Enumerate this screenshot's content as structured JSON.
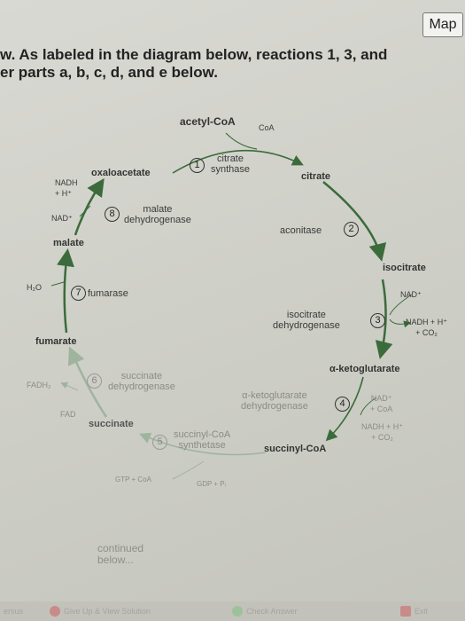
{
  "header": {
    "map_label": "Map"
  },
  "instructions": {
    "line1": "w. As labeled in the diagram below, reactions 1, 3, and",
    "line2": "er parts a, b, c, d, and e below."
  },
  "diagram": {
    "acetyl_coa": "acetyl-CoA",
    "coa": "CoA",
    "oxaloacetate": "oxaloacetate",
    "citrate": "citrate",
    "citrate_synthase": "citrate\nsynthase",
    "nadh_h": "NADH\n+ H⁺",
    "nad": "NAD⁺",
    "malate_dehydrogenase": "malate\ndehydrogenase",
    "malate": "malate",
    "aconitase": "aconitase",
    "isocitrate": "isocitrate",
    "h2o": "H₂O",
    "fumarase": "fumarase",
    "nad_iso": "NAD⁺",
    "isocitrate_dehydrogenase": "isocitrate\ndehydrogenase",
    "nadh_co2": "NADH + H⁺\n+ CO₂",
    "fumarate": "fumarate",
    "alpha_ketoglutarate": "α-ketoglutarate",
    "succinate_dehydrogenase": "succinate\ndehydrogenase",
    "fadh2": "FADH₂",
    "fad": "FAD",
    "akg_dehydrogenase": "α-ketoglutarate\ndehydrogenase",
    "nad_coa": "NAD⁺\n+ CoA",
    "nadh_co2_2": "NADH + H⁺\n+ CO₂",
    "succinate": "succinate",
    "succinyl_coa_synthetase": "succinyl-CoA\nsynthetase",
    "succinyl_coa": "succinyl-CoA",
    "gtp_coa": "GTP + CoA",
    "gdp_p": "GDP + Pᵢ",
    "n1": "1",
    "n2": "2",
    "n3": "3",
    "n4": "4",
    "n5": "5",
    "n6": "6",
    "n7": "7",
    "n8": "8"
  },
  "footer": {
    "continued": "continued\nbelow...",
    "b1": "ersus",
    "b2": "Give Up & View Solution",
    "b3": "Check Answer",
    "b4": "Exit"
  }
}
